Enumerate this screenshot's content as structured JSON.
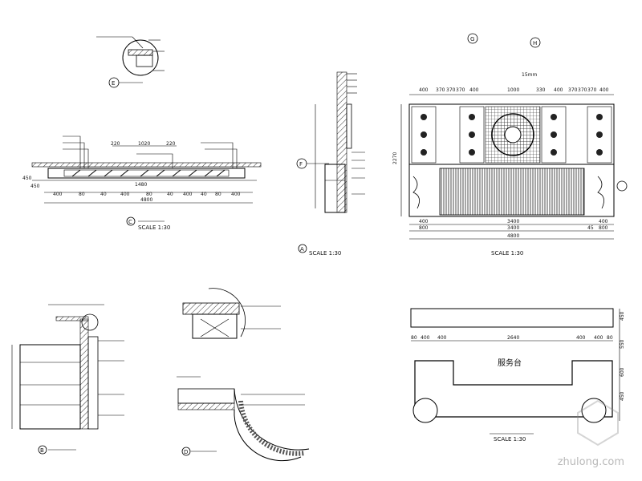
{
  "scale_labels": {
    "c": "SCALE 1:30",
    "a": "SCALE 1:30",
    "elev": "SCALE 1:30",
    "plan": "SCALE 1:30"
  },
  "callouts": {
    "e": "E",
    "c": "C",
    "a": "A",
    "b": "B",
    "d": "D",
    "f": "F",
    "g": "G",
    "h": "H"
  },
  "section_c_dims": {
    "top": [
      "220",
      "1020",
      "220"
    ],
    "bottom": [
      "400",
      "80",
      "40",
      "400",
      "80",
      "40",
      "400",
      "40",
      "80",
      "400"
    ],
    "mid": "1480",
    "total": "4800",
    "left": [
      "450",
      "450"
    ]
  },
  "elevation_dims": {
    "top": [
      "400",
      "370",
      "370",
      "370",
      "400",
      "1000",
      "330",
      "400",
      "370",
      "370",
      "370",
      "400"
    ],
    "note": "15mm",
    "bottom1": [
      "400",
      "3400",
      "400"
    ],
    "bottom2": [
      "800",
      "3400",
      "45",
      "800"
    ],
    "total": "4800",
    "left": "2270"
  },
  "plan_dims": {
    "top": [
      "80",
      "400",
      "400",
      "2640",
      "400",
      "400",
      "80"
    ],
    "right": [
      "450",
      "550",
      "600",
      "450"
    ],
    "center_label": "服务台"
  },
  "watermark": "zhulong.com"
}
